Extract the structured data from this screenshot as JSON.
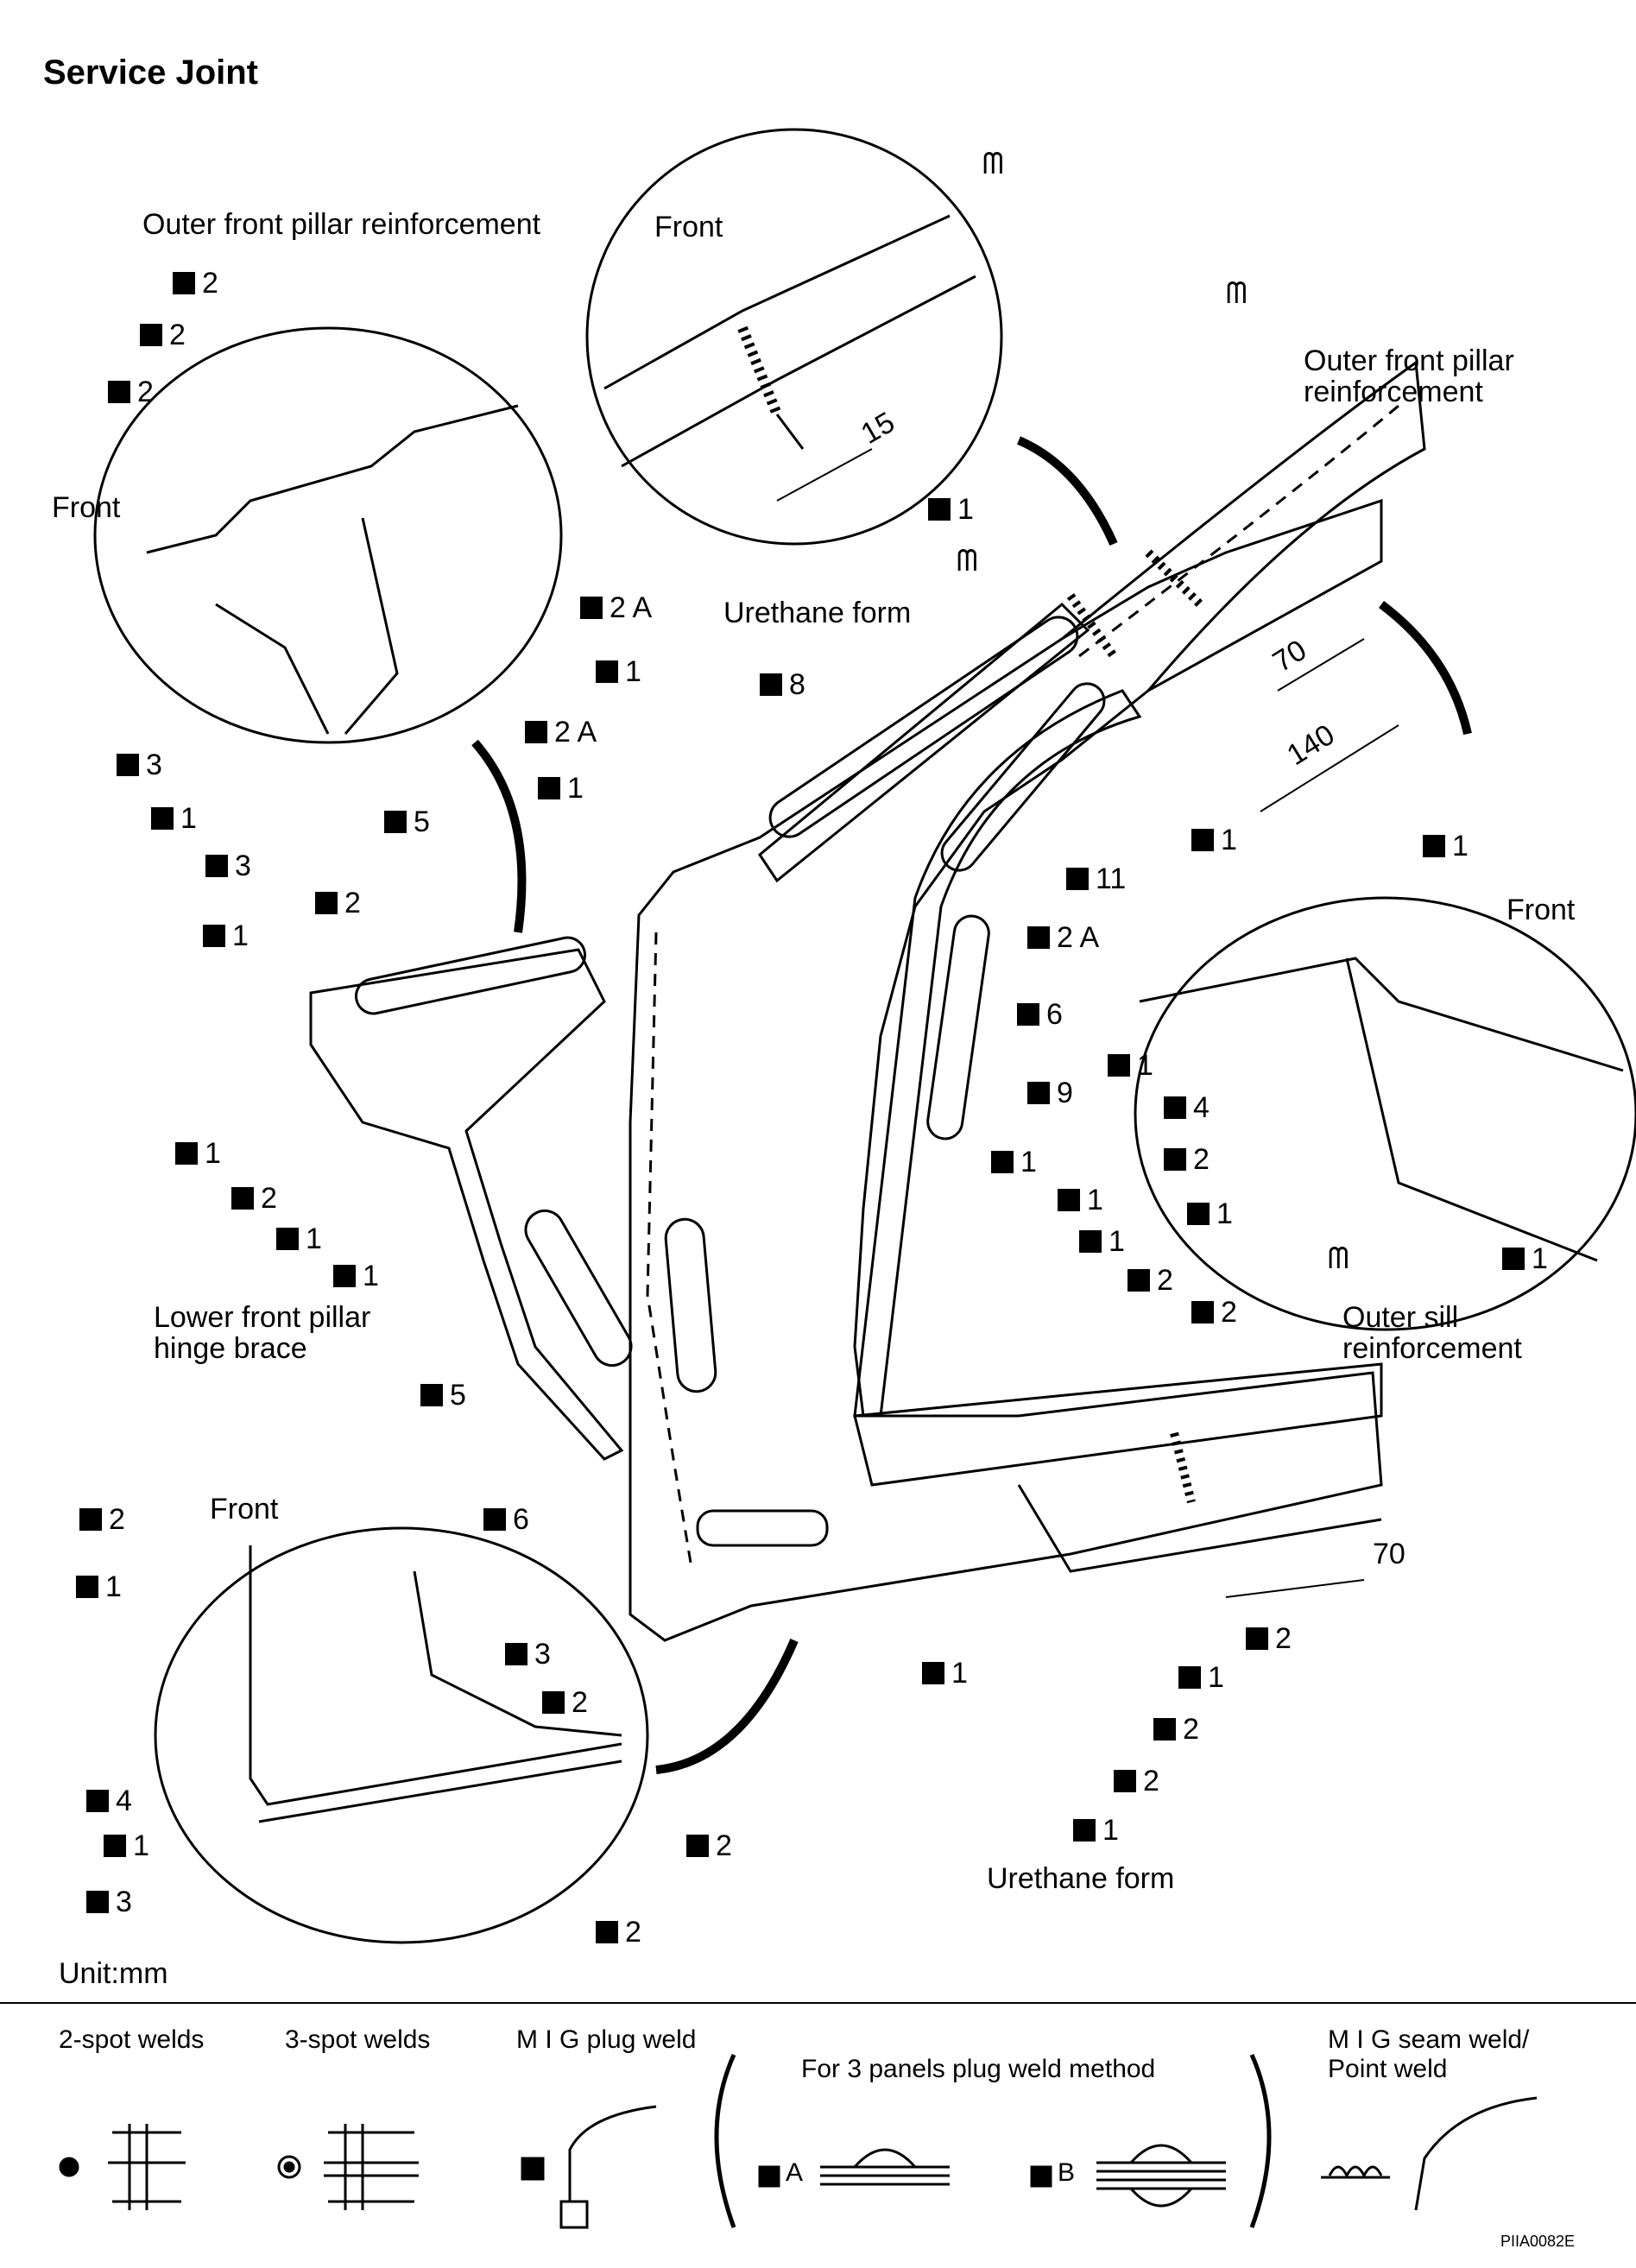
{
  "title": "Service Joint",
  "unit": "Unit:mm",
  "figure_code": "PIIA0082E",
  "labels": {
    "outer_front_pillar_reinf_left": "Outer front pillar reinforcement",
    "front_top": "Front",
    "outer_front_pillar_reinf_right": "Outer front pillar\nreinforcement",
    "front_left": "Front",
    "front_right": "Front",
    "front_bottom": "Front",
    "urethane_form_top": "Urethane form",
    "urethane_form_bottom": "Urethane form",
    "lower_front_pillar_hinge_brace": "Lower front pillar\nhinge brace",
    "outer_sill_reinforcement": "Outer sill\nreinforcement"
  },
  "dimensions": {
    "d15": "15",
    "d70_top": "70",
    "d140": "140",
    "d70_bottom": "70"
  },
  "weld_callouts": [
    {
      "id": "c-tl-2a",
      "text": "2"
    },
    {
      "id": "c-tl-2b",
      "text": "2"
    },
    {
      "id": "c-tl-2c",
      "text": "2"
    },
    {
      "id": "c-tl-3a",
      "text": "3"
    },
    {
      "id": "c-tl-1",
      "text": "1"
    },
    {
      "id": "c-tl-3b",
      "text": "3"
    },
    {
      "id": "c-top-1",
      "text": "1"
    },
    {
      "id": "c-2A-top",
      "text": "2 A"
    },
    {
      "id": "c-1-a",
      "text": "1"
    },
    {
      "id": "c-8",
      "text": "8"
    },
    {
      "id": "c-2A-mid",
      "text": "2 A"
    },
    {
      "id": "c-1-b",
      "text": "1"
    },
    {
      "id": "c-5-top",
      "text": "5"
    },
    {
      "id": "c-1-c",
      "text": "1"
    },
    {
      "id": "c-2-d",
      "text": "2"
    },
    {
      "id": "c-1-d",
      "text": "1"
    },
    {
      "id": "c-2-e",
      "text": "2"
    },
    {
      "id": "c-1-e",
      "text": "1"
    },
    {
      "id": "c-1-f",
      "text": "1"
    },
    {
      "id": "c-5-bot",
      "text": "5"
    },
    {
      "id": "c-6-bot",
      "text": "6"
    },
    {
      "id": "c-1-g",
      "text": "1"
    },
    {
      "id": "c-11",
      "text": "11"
    },
    {
      "id": "c-2A-r",
      "text": "2 A"
    },
    {
      "id": "c-6-r",
      "text": "6"
    },
    {
      "id": "c-9",
      "text": "9"
    },
    {
      "id": "c-r-1a",
      "text": "1"
    },
    {
      "id": "c-r-1b",
      "text": "1"
    },
    {
      "id": "c-r-4",
      "text": "4"
    },
    {
      "id": "c-r-2",
      "text": "2"
    },
    {
      "id": "c-r-1c",
      "text": "1"
    },
    {
      "id": "c-r-1d",
      "text": "1"
    },
    {
      "id": "c-s-1a",
      "text": "1"
    },
    {
      "id": "c-s-1b",
      "text": "1"
    },
    {
      "id": "c-s-1c",
      "text": "1"
    },
    {
      "id": "c-s-2a",
      "text": "2"
    },
    {
      "id": "c-s-2b",
      "text": "2"
    },
    {
      "id": "c-s-1d",
      "text": "1"
    },
    {
      "id": "c-s-2c",
      "text": "2"
    },
    {
      "id": "c-s-1e",
      "text": "1"
    },
    {
      "id": "c-s-2d",
      "text": "2"
    },
    {
      "id": "c-s-2e",
      "text": "2"
    },
    {
      "id": "c-s-1f",
      "text": "1"
    },
    {
      "id": "c-b-2",
      "text": "2"
    },
    {
      "id": "c-b-1",
      "text": "1"
    },
    {
      "id": "c-b-4",
      "text": "4"
    },
    {
      "id": "c-b-1b",
      "text": "1"
    },
    {
      "id": "c-b-3a",
      "text": "3"
    },
    {
      "id": "c-b-3b",
      "text": "3"
    },
    {
      "id": "c-b-2b",
      "text": "2"
    },
    {
      "id": "c-b-2c",
      "text": "2"
    },
    {
      "id": "c-b-2d",
      "text": "2"
    }
  ],
  "legend": {
    "two_spot": "2-spot welds",
    "three_spot": "3-spot welds",
    "mig_plug": "M I G plug weld",
    "three_panels": "For 3 panels plug weld method",
    "method_a": "A",
    "method_b": "B",
    "mig_seam": "M I G seam weld/\nPoint weld"
  }
}
